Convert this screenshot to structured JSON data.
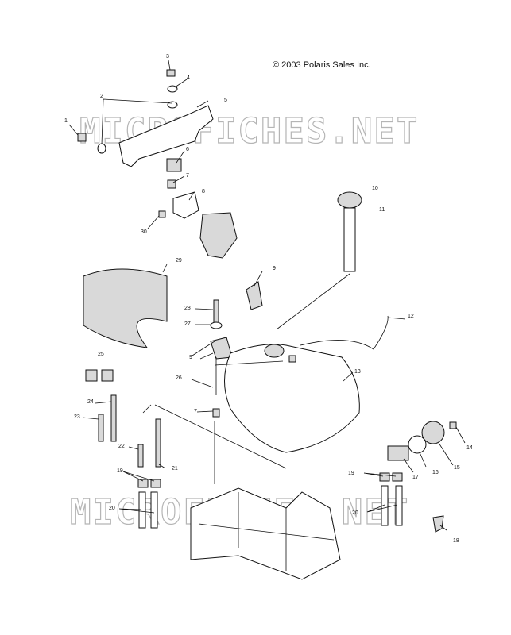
{
  "copyright": "© 2003 Polaris Sales Inc.",
  "watermark": "MICROFICHES.NET",
  "callouts": [
    "1",
    "2",
    "3",
    "4",
    "5",
    "6",
    "7",
    "8",
    "9",
    "10",
    "11",
    "12",
    "13",
    "14",
    "15",
    "16",
    "17",
    "18",
    "19",
    "20",
    "21",
    "22",
    "23",
    "24",
    "25",
    "26",
    "27",
    "28",
    "29",
    "30",
    "9",
    "7",
    "19",
    "20"
  ]
}
